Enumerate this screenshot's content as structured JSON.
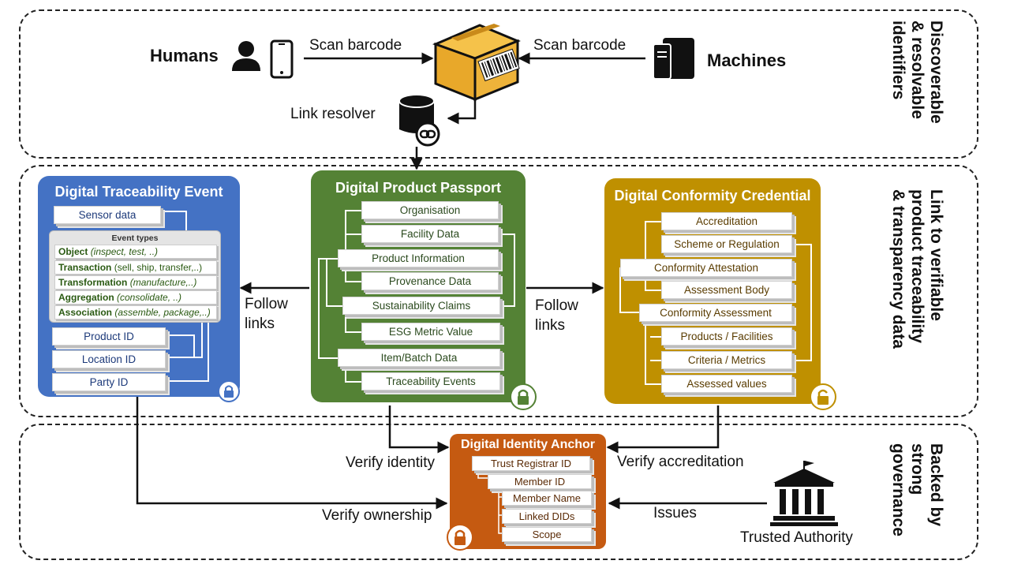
{
  "top": {
    "side_label": "Discoverable\n& resolvable\nidentifiers",
    "humans_label": "Humans",
    "machines_label": "Machines",
    "scan_left": "Scan barcode",
    "scan_right": "Scan barcode",
    "link_resolver": "Link resolver"
  },
  "middle": {
    "side_label": "Link to verifiable\nproduct traceability\n& transparency data",
    "follow_left": [
      "Follow",
      "links"
    ],
    "follow_right": [
      "Follow",
      "links"
    ]
  },
  "dte": {
    "title": "Digital Traceability Event",
    "sensor": "Sensor data",
    "event_types_title": "Event types",
    "event_types": [
      {
        "name": "Object",
        "desc": "(inspect, test, ..)"
      },
      {
        "name": "Transaction",
        "desc": "(sell, ship, transfer,..)"
      },
      {
        "name": "Transformation",
        "desc": "(manufacture,..)"
      },
      {
        "name": "Aggregation",
        "desc": "(consolidate, ..)"
      },
      {
        "name": "Association",
        "desc": "(assemble, package,..)"
      }
    ],
    "ids": [
      "Product ID",
      "Location ID",
      "Party ID"
    ],
    "color": "#4472c4"
  },
  "dpp": {
    "title": "Digital Product Passport",
    "fields": [
      "Organisation",
      "Facility Data",
      "Product Information",
      "Provenance Data",
      "Sustainability Claims",
      "ESG Metric Value",
      "Item/Batch Data",
      "Traceability Events"
    ],
    "color": "#548235"
  },
  "dcc": {
    "title": "Digital Conformity Credential",
    "fields": [
      "Accreditation",
      "Scheme or Regulation",
      "Conformity Attestation",
      "Assessment Body",
      "Conformity Assessment",
      "Products / Facilities",
      "Criteria / Metrics",
      "Assessed values"
    ],
    "color": "#bf9000"
  },
  "bottom": {
    "side_label": "Backed by\nstrong\ngovernance",
    "verify_identity": "Verify identity",
    "verify_accreditation": "Verify accreditation",
    "verify_ownership": "Verify ownership",
    "issues": "Issues",
    "trusted_authority": "Trusted Authority"
  },
  "dia": {
    "title": "Digital Identity Anchor",
    "fields": [
      "Trust Registrar ID",
      "Member ID",
      "Member Name",
      "Linked DIDs",
      "Scope"
    ],
    "color": "#c55a11"
  }
}
